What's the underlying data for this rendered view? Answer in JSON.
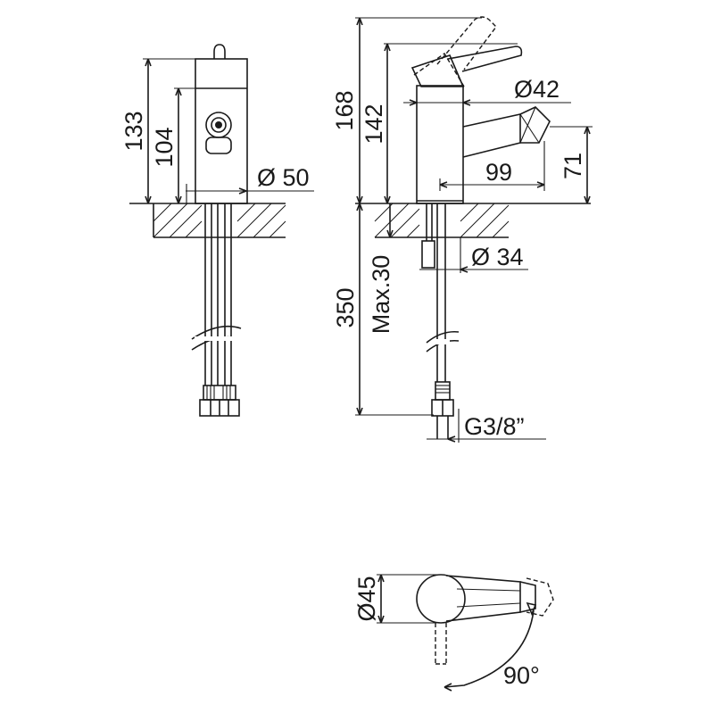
{
  "dimensions": {
    "side_total_height": "133",
    "side_body_height": "104",
    "side_body_diameter": "Ø 50",
    "front_total_height": "168",
    "front_body_height": "142",
    "front_body_diameter": "Ø42",
    "spout_reach": "99",
    "spout_height": "71",
    "counter_hole_diameter": "Ø 34",
    "max_deck_thickness": "Max.30",
    "hose_length": "350",
    "hose_thread": "G3/8”",
    "top_body_diameter": "Ø45",
    "lever_rotation": "90°"
  },
  "colors": {
    "line": "#1a1a1a",
    "background": "#ffffff"
  }
}
